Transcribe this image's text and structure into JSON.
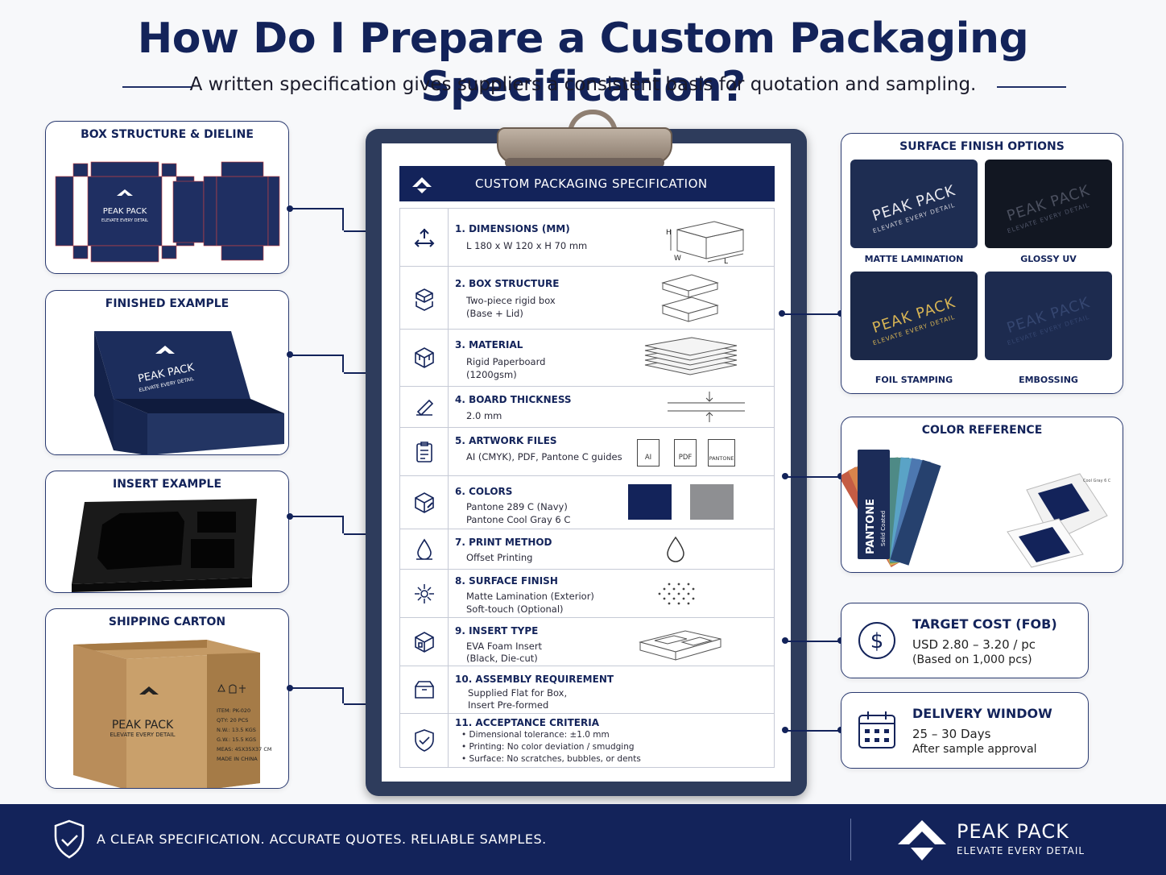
{
  "title": "How Do I Prepare a Custom Packaging Specification?",
  "subtitle": "A written specification gives suppliers a consistent basis for quotation and sampling.",
  "left_panels": {
    "structure": "BOX STRUCTURE & DIELINE",
    "finished": "FINISHED EXAMPLE",
    "insert": "INSERT EXAMPLE",
    "carton": "SHIPPING CARTON"
  },
  "brand": {
    "name": "PEAK PACK",
    "tagline": "ELEVATE EVERY DETAIL",
    "footer_tagline": "ELEVATE EVERY DETAIL"
  },
  "carton_marks": [
    "ITEM: PK-020",
    "QTY: 20 PCS",
    "N.W.: 13.5 KGS",
    "G.W.: 15.5 KGS",
    "MEAS: 45X35X37 CM",
    "MADE IN CHINA"
  ],
  "spec": {
    "header": "CUSTOM PACKAGING SPECIFICATION",
    "rows": [
      {
        "title": "1. DIMENSIONS (MM)",
        "lines": [
          "L 180 x W 120 x H 70 mm"
        ],
        "diagram": {
          "h": "H",
          "w": "W",
          "l": "L"
        }
      },
      {
        "title": "2. BOX STRUCTURE",
        "lines": [
          "Two-piece rigid box",
          "(Base + Lid)"
        ]
      },
      {
        "title": "3. MATERIAL",
        "lines": [
          "Rigid Paperboard",
          "(1200gsm)"
        ]
      },
      {
        "title": "4. BOARD THICKNESS",
        "lines": [
          "2.0 mm"
        ]
      },
      {
        "title": "5. ARTWORK FILES",
        "lines": [
          "AI (CMYK), PDF, Pantone C guides"
        ],
        "files": [
          "AI",
          "PDF",
          "PANTONE"
        ]
      },
      {
        "title": "6. COLORS",
        "lines": [
          "Pantone 289 C (Navy)",
          "Pantone Cool Gray 6 C"
        ]
      },
      {
        "title": "7. PRINT METHOD",
        "lines": [
          "Offset Printing"
        ]
      },
      {
        "title": "8. SURFACE FINISH",
        "lines": [
          "Matte Lamination (Exterior)",
          "Soft-touch (Optional)"
        ]
      },
      {
        "title": "9. INSERT TYPE",
        "lines": [
          "EVA Foam Insert",
          "(Black, Die-cut)"
        ]
      },
      {
        "title": "10. ASSEMBLY REQUIREMENT",
        "lines": [
          "Supplied Flat for Box,",
          "Insert Pre-formed"
        ]
      },
      {
        "title": "11. ACCEPTANCE CRITERIA",
        "lines": [
          "• Dimensional tolerance: ±1.0 mm",
          "• Printing: No color deviation / smudging",
          "• Surface: No scratches, bubbles, or dents"
        ]
      }
    ]
  },
  "surface_finish": {
    "title": "SURFACE FINISH OPTIONS",
    "options": [
      "MATTE LAMINATION",
      "GLOSSY UV",
      "FOIL STAMPING",
      "EMBOSSING"
    ]
  },
  "color_reference": {
    "title": "COLOR REFERENCE",
    "guide_brand": "PANTONE",
    "guide_sub": "Solid Coated",
    "sample_label": "Cool Gray 6 C"
  },
  "target_cost": {
    "title": "TARGET COST (FOB)",
    "line1": "USD 2.80 – 3.20 / pc",
    "line2": "(Based on 1,000 pcs)"
  },
  "delivery": {
    "title": "DELIVERY WINDOW",
    "line1": "25 – 30 Days",
    "line2": "After sample approval"
  },
  "footer": {
    "slogan": "A CLEAR SPECIFICATION. ACCURATE QUOTES. RELIABLE SAMPLES."
  },
  "colors": {
    "navy": "#13235a",
    "cool_gray": "#8e8f92",
    "kraft": "#b98d5a",
    "gold": "#d6b354"
  }
}
